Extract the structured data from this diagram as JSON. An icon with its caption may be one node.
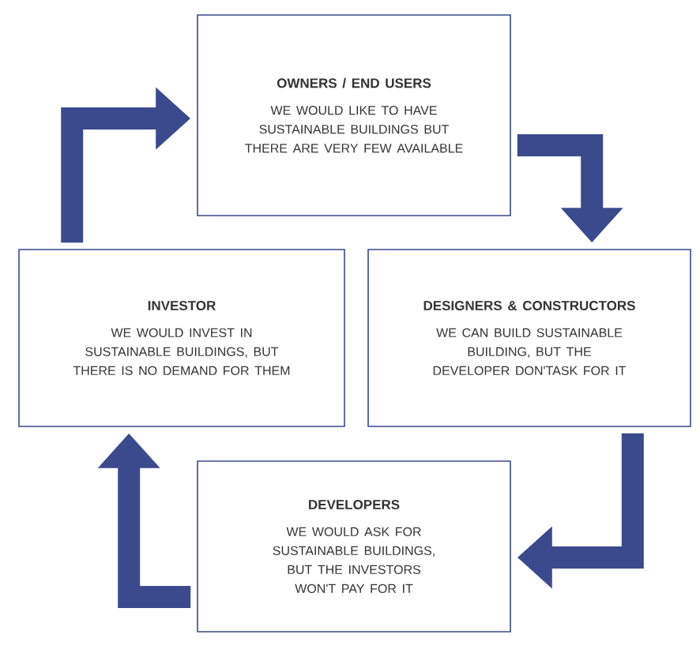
{
  "diagram": {
    "nodes": [
      {
        "text": [
          "OWNERS / END USERS",
          "WE WOULD LIKE TO HAVE SUSTAINABLE BUILDINGS BUT THERE ARE VERY FEW AVAILABLE"
        ]
      },
      {
        "text": [
          "DEVELOPERS",
          "WE WOULD ASK FOR SUSTAINABLE BUILDINGS, BUT THE INVESTORS WON'T PAY FOR IT"
        ]
      },
      {
        "text": [
          "INVESTOR",
          "WE WOULD INVEST IN SUSTAINABLE BUILDINGS, BUT THERE IS NO DEMAND FOR THEM"
        ]
      },
      {
        "text": [
          "DESIGNERS & CONSTRUCTORS",
          "WE CAN BUILD SUSTAINABLE BUILDING, BUT THE DEVELOPER DON'TASK FOR IT"
        ]
      }
    ],
    "edges": [
      {
        "from": 2,
        "to": 0,
        "arrow": "to"
      },
      {
        "from": 0,
        "to": 3,
        "arrow": "to"
      },
      {
        "from": 3,
        "to": 1,
        "arrow": "to"
      },
      {
        "from": 1,
        "to": 2,
        "arrow": "to"
      }
    ]
  }
}
